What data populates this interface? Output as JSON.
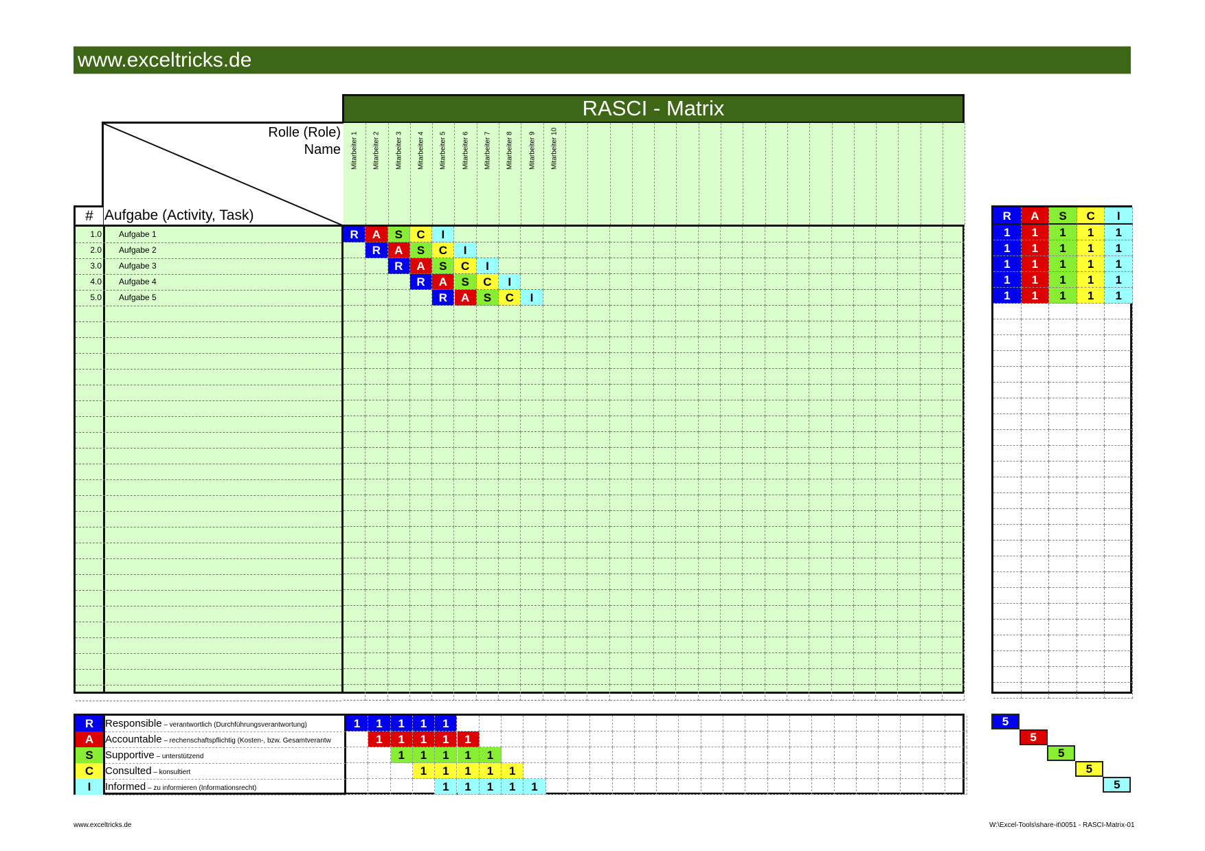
{
  "banner": {
    "text": "www.exceltricks.de"
  },
  "title": "RASCI - Matrix",
  "header": {
    "role_label": "Rolle (Role)",
    "name_label": "Name",
    "hash_label": "#",
    "task_label": "Aufgabe (Activity, Task)"
  },
  "colors": {
    "R": {
      "bg": "#0000ee",
      "fg": "#ffffff"
    },
    "A": {
      "bg": "#dd0000",
      "fg": "#ffffff"
    },
    "S": {
      "bg": "#88ee33",
      "fg": "#000000"
    },
    "C": {
      "bg": "#ffff33",
      "fg": "#000000"
    },
    "I": {
      "bg": "#99ffff",
      "fg": "#000000"
    },
    "grid_bg": "#dbffcc",
    "banner": "#3d6617"
  },
  "roles": [
    "Mitarbeiter 1",
    "Mitarbeiter 2",
    "Mitarbeiter 3",
    "Mitarbeiter 4",
    "Mitarbeiter 5",
    "Mitarbeiter 6",
    "Mitarbeiter 7",
    "Mitarbeiter 8",
    "Mitarbeiter 9",
    "Mitarbeiter 10",
    "",
    "",
    "",
    "",
    "",
    "",
    "",
    "",
    "",
    "",
    "",
    "",
    "",
    "",
    "",
    "",
    "",
    ""
  ],
  "tasks": [
    {
      "num": "1.0",
      "name": "Aufgabe 1",
      "assignments": [
        "R",
        "A",
        "S",
        "C",
        "I",
        "",
        "",
        "",
        "",
        ""
      ]
    },
    {
      "num": "2.0",
      "name": "Aufgabe 2",
      "assignments": [
        "",
        "R",
        "A",
        "S",
        "C",
        "I",
        "",
        "",
        "",
        ""
      ]
    },
    {
      "num": "3.0",
      "name": "Aufgabe 3",
      "assignments": [
        "",
        "",
        "R",
        "A",
        "S",
        "C",
        "I",
        "",
        "",
        ""
      ]
    },
    {
      "num": "4.0",
      "name": "Aufgabe 4",
      "assignments": [
        "",
        "",
        "",
        "R",
        "A",
        "S",
        "C",
        "I",
        "",
        ""
      ]
    },
    {
      "num": "5.0",
      "name": "Aufgabe 5",
      "assignments": [
        "",
        "",
        "",
        "",
        "R",
        "A",
        "S",
        "C",
        "I",
        ""
      ]
    }
  ],
  "empty_rows": 25,
  "summary": {
    "headers": [
      "R",
      "A",
      "S",
      "C",
      "I"
    ],
    "rows": [
      [
        "1",
        "1",
        "1",
        "1",
        "1"
      ],
      [
        "1",
        "1",
        "1",
        "1",
        "1"
      ],
      [
        "1",
        "1",
        "1",
        "1",
        "1"
      ],
      [
        "1",
        "1",
        "1",
        "1",
        "1"
      ],
      [
        "1",
        "1",
        "1",
        "1",
        "1"
      ]
    ]
  },
  "legend": [
    {
      "letter": "R",
      "term": "Responsible",
      "desc": " – verantwortlich (Durchführungsverantwortung)",
      "counts": [
        "1",
        "1",
        "1",
        "1",
        "1",
        "",
        "",
        "",
        "",
        ""
      ],
      "total": "5"
    },
    {
      "letter": "A",
      "term": "Accountable",
      "desc": " – rechenschaftspflichtig (Kosten-, bzw. Gesamtverantw",
      "counts": [
        "",
        "1",
        "1",
        "1",
        "1",
        "1",
        "",
        "",
        "",
        ""
      ],
      "total": "5"
    },
    {
      "letter": "S",
      "term": "Supportive",
      "desc": " – unterstützend",
      "counts": [
        "",
        "",
        "1",
        "1",
        "1",
        "1",
        "1",
        "",
        "",
        ""
      ],
      "total": "5"
    },
    {
      "letter": "C",
      "term": "Consulted",
      "desc": " – konsultiert",
      "counts": [
        "",
        "",
        "",
        "1",
        "1",
        "1",
        "1",
        "1",
        "",
        ""
      ],
      "total": "5"
    },
    {
      "letter": "I",
      "term": "Informed",
      "desc": " – zu informieren (Informationsrecht)",
      "counts": [
        "",
        "",
        "",
        "",
        "1",
        "1",
        "1",
        "1",
        "1",
        ""
      ],
      "total": "5"
    }
  ],
  "footer": {
    "left": "www.exceltricks.de",
    "right": "W:\\Excel-Tools\\share-it\\0051 - RASCI-Matrix-01"
  }
}
